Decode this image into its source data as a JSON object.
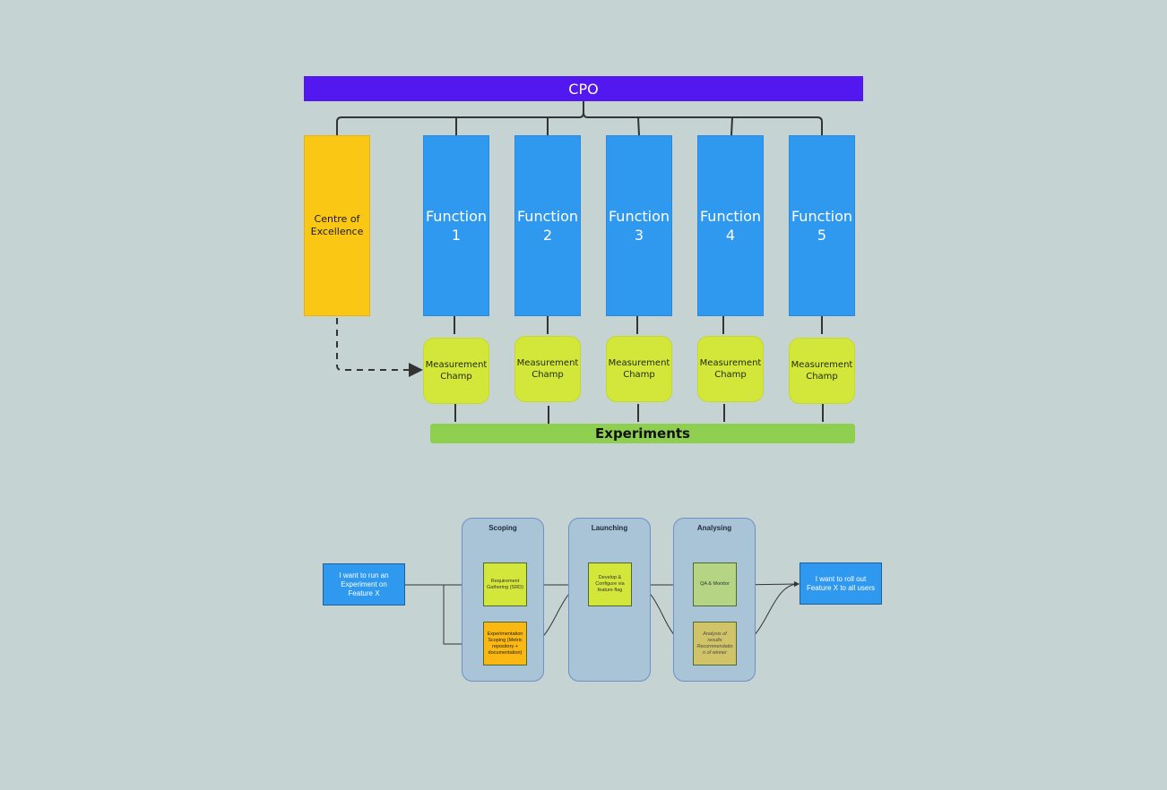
{
  "org_chart": {
    "cpo": "CPO",
    "centre_of_excellence": "Centre of\nExcellence",
    "functions": [
      "Function\n1",
      "Function\n2",
      "Function\n3",
      "Function\n4",
      "Function\n5"
    ],
    "champs": [
      "Measurement\nChamp",
      "Measurement\nChamp",
      "Measurement\nChamp",
      "Measurement\nChamp",
      "Measurement\nChamp"
    ],
    "experiments": "Experiments"
  },
  "flow": {
    "start": "I want to run an Experiment on Feature X",
    "end": "I want to roll out Feature X to all users",
    "stages": [
      "Scoping",
      "Launching",
      "Analysing"
    ],
    "steps": {
      "requirement": "Requirement Gathering (SRD)",
      "experimentation": "Experimentation Scoping (Metric repository + documentation)",
      "develop": "Develop & Configure via feature flag",
      "qa": "QA & Monitor",
      "analysis": "Analysis of results Recommendatio n of winner"
    }
  },
  "colors": {
    "background": "#c5d3d3",
    "cpo": "#5218ef",
    "centre_of_excellence": "#fbc715",
    "function": "#2f99f0",
    "champ": "#d3e73b",
    "experiments": "#8ecf4f",
    "connector": "#333333"
  }
}
